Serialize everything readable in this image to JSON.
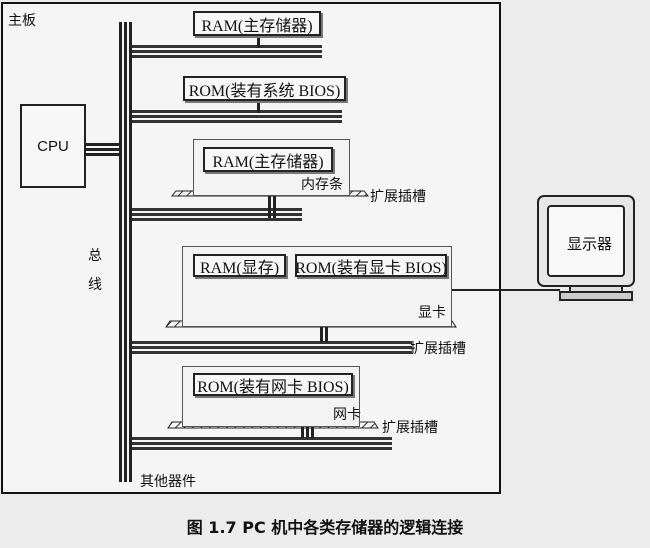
{
  "board_label": "主板",
  "cpu_label": "CPU",
  "bus_label_1": "总",
  "bus_label_2": "线",
  "others_label": "其他器件",
  "chips": {
    "ram_top": "RAM(主存储器)",
    "rom_bios": "ROM(装有系统 BIOS)",
    "ram_module": "RAM(主存储器)",
    "ram_video": "RAM(显存)",
    "rom_video": "ROM(装有显卡 BIOS)",
    "rom_net": "ROM(装有网卡 BIOS)"
  },
  "cards": {
    "memory_stick": "内存条",
    "graphics_card": "显卡",
    "network_card": "网卡"
  },
  "slot_label": "扩展插槽",
  "monitor_label": "显示器",
  "caption": "图 1.7    PC 机中各类存储器的逻辑连接"
}
